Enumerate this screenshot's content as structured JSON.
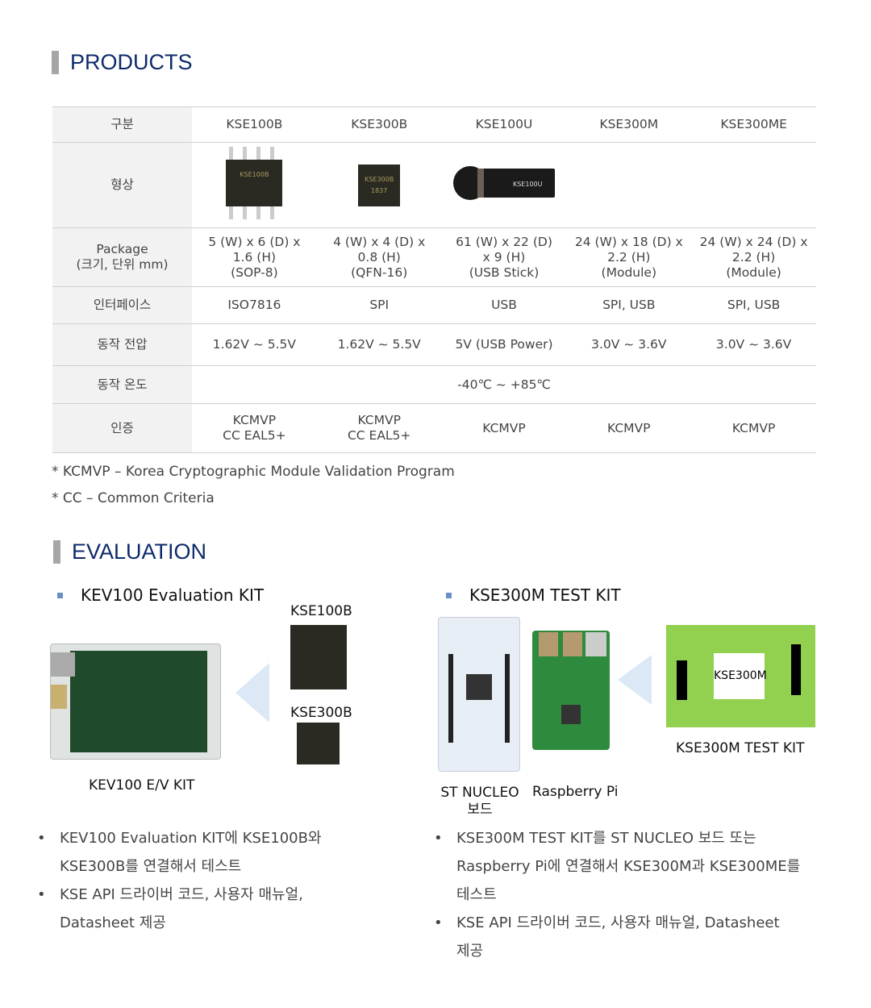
{
  "products": {
    "title": "PRODUCTS",
    "headers": [
      "구분",
      "KSE100B",
      "KSE300B",
      "KSE100U",
      "KSE300M",
      "KSE300ME"
    ],
    "shape_label": "형상",
    "chip_marks": {
      "kse100b": "KSE100B",
      "kse300b": "KSE300B 1837",
      "kse100u": "KSE100U"
    },
    "package": {
      "label_lines": [
        "Package",
        "(크기, 단위 mm)"
      ],
      "values": [
        [
          "5 (W) x 6 (D) x",
          "1.6 (H)",
          "(SOP-8)"
        ],
        [
          "4 (W) x 4 (D) x",
          "0.8 (H)",
          "(QFN-16)"
        ],
        [
          "61 (W) x 22 (D)",
          "x 9 (H)",
          "(USB Stick)"
        ],
        [
          "24 (W) x 18 (D) x",
          "2.2 (H)",
          "(Module)"
        ],
        [
          "24 (W) x 24 (D) x",
          "2.2 (H)",
          "(Module)"
        ]
      ]
    },
    "interface": {
      "label": "인터페이스",
      "values": [
        "ISO7816",
        "SPI",
        "USB",
        "SPI, USB",
        "SPI, USB"
      ]
    },
    "voltage": {
      "label": "동작 전압",
      "values": [
        "1.62V ~ 5.5V",
        "1.62V ~ 5.5V",
        "5V (USB Power)",
        "3.0V ~ 3.6V",
        "3.0V ~ 3.6V"
      ]
    },
    "temperature": {
      "label": "동작 온도",
      "value": "-40℃ ~  +85℃"
    },
    "certification": {
      "label": "인증",
      "values": [
        [
          "KCMVP",
          "CC EAL5+"
        ],
        [
          "KCMVP",
          "CC EAL5+"
        ],
        [
          "KCMVP"
        ],
        [
          "KCMVP"
        ],
        [
          "KCMVP"
        ]
      ]
    },
    "notes": [
      "* KCMVP – Korea Cryptographic Module Validation Program",
      "* CC – Common Criteria"
    ]
  },
  "evaluation": {
    "title": "EVALUATION",
    "kev100": {
      "title": "KEV100 Evaluation KIT",
      "chip1": "KSE100B",
      "chip2": "KSE300B",
      "board_caption": "KEV100 E/V KIT",
      "bullets": [
        [
          "KEV100 Evaluation KIT에 KSE100B와",
          "KSE300B를 연결해서 테스트"
        ],
        [
          "KSE API 드라이버 코드, 사용자 매뉴얼,",
          "Datasheet 제공"
        ]
      ]
    },
    "kse300m": {
      "title": "KSE300M TEST KIT",
      "nucleo_caption": "ST NUCLEO 보드",
      "rpi_caption": "Raspberry Pi",
      "module_label": "KSE300M",
      "kit_caption": "KSE300M TEST KIT",
      "bullets": [
        [
          "KSE300M TEST KIT를 ST NUCLEO 보드 또는",
          "Raspberry Pi에 연결해서 KSE300M과 KSE300ME를",
          "테스트"
        ],
        [
          "KSE API 드라이버 코드, 사용자 매뉴얼, Datasheet",
          "제공"
        ]
      ]
    }
  },
  "colors": {
    "title": "#0d2a6b",
    "header_bg": "#f2f2f2",
    "kit_green": "#92d050",
    "arrow": "#dce8f5"
  }
}
